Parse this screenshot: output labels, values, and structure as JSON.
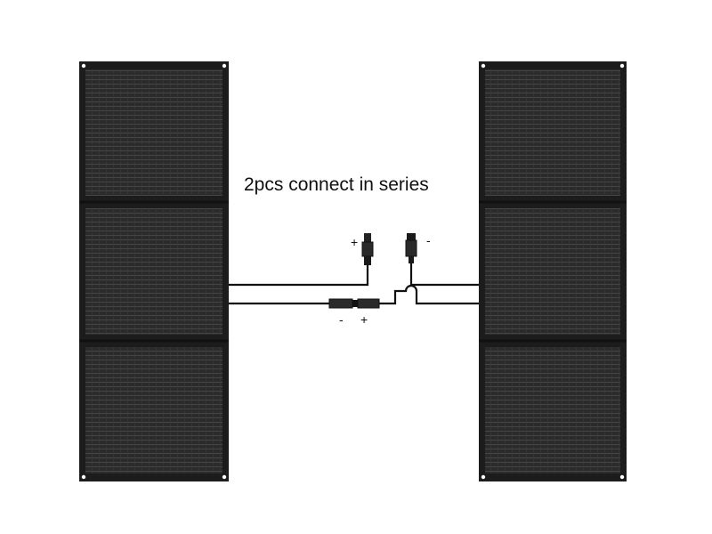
{
  "diagram": {
    "caption": "2pcs connect in series",
    "panels": [
      {
        "id": "left-panel",
        "sections": 3
      },
      {
        "id": "right-panel",
        "sections": 3
      }
    ],
    "connectors": {
      "top_left_sign": "+",
      "top_right_sign": "-",
      "inline_left_sign": "-",
      "inline_right_sign": "+"
    },
    "colors": {
      "panel_frame": "#1c1c1c",
      "panel_cell": "#2e2e2e",
      "panel_grid": "#4a4a4a",
      "cable": "#111111",
      "background": "#ffffff"
    }
  }
}
